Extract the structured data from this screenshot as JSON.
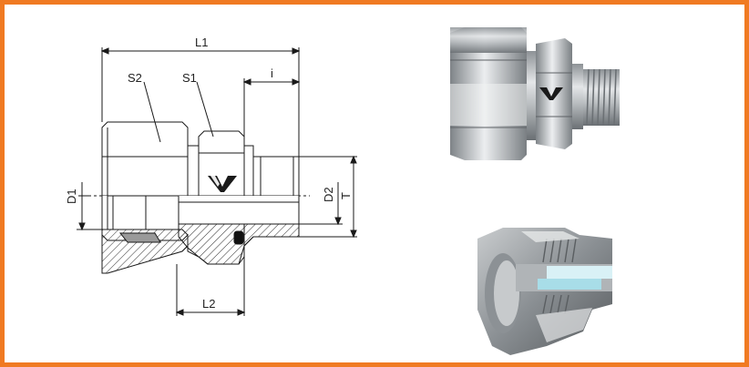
{
  "colors": {
    "frame": "#f07a22",
    "line": "#1a1a1a",
    "metal_dark": "#6f7478",
    "metal_light": "#d7dadc",
    "brand_mark": "#1a1a1a"
  },
  "labels": {
    "L1": "L1",
    "L2": "L2",
    "S1": "S1",
    "S2": "S2",
    "i": "i",
    "D1": "D1",
    "D2": "D2",
    "T": "T"
  },
  "images": {
    "exterior_view": "fitting-exterior-render",
    "cutaway_view": "fitting-cutaway-render",
    "brand_logo": "v-logo-icon"
  }
}
